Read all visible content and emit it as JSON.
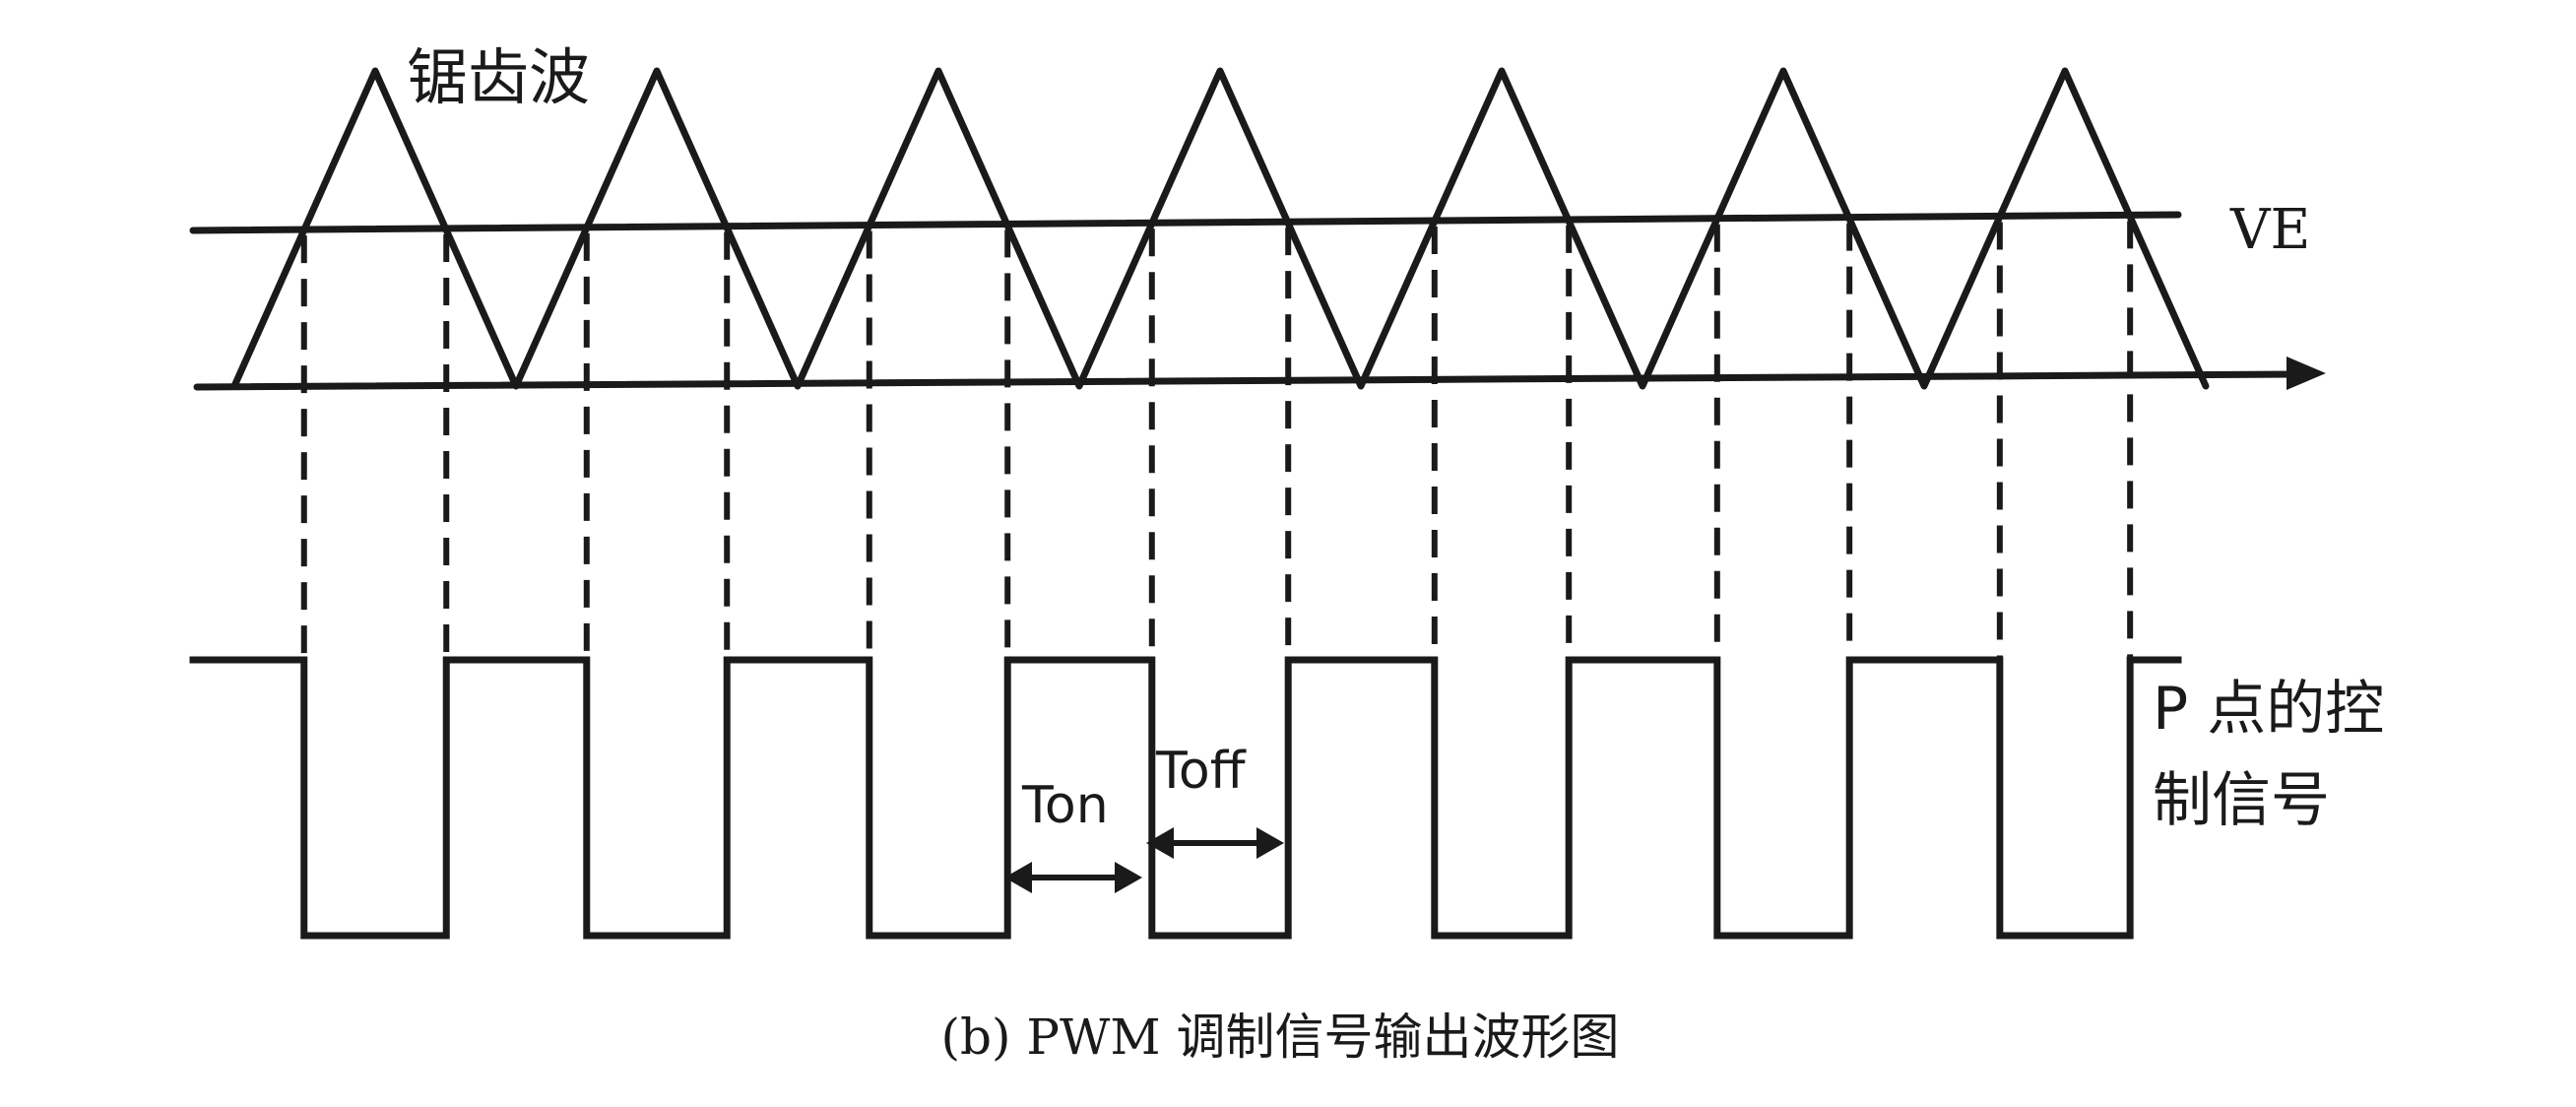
{
  "diagram": {
    "sawtooth_label": "锯齿波",
    "ve_label": "VE",
    "ton_label": "Ton",
    "toff_label": "Toff",
    "p_control_label_line1": "P 点的控",
    "p_control_label_line2": "制信号",
    "caption": "(b) PWM 调制信号输出波形图",
    "periods": 7,
    "duty_on_fraction": 0.5
  }
}
